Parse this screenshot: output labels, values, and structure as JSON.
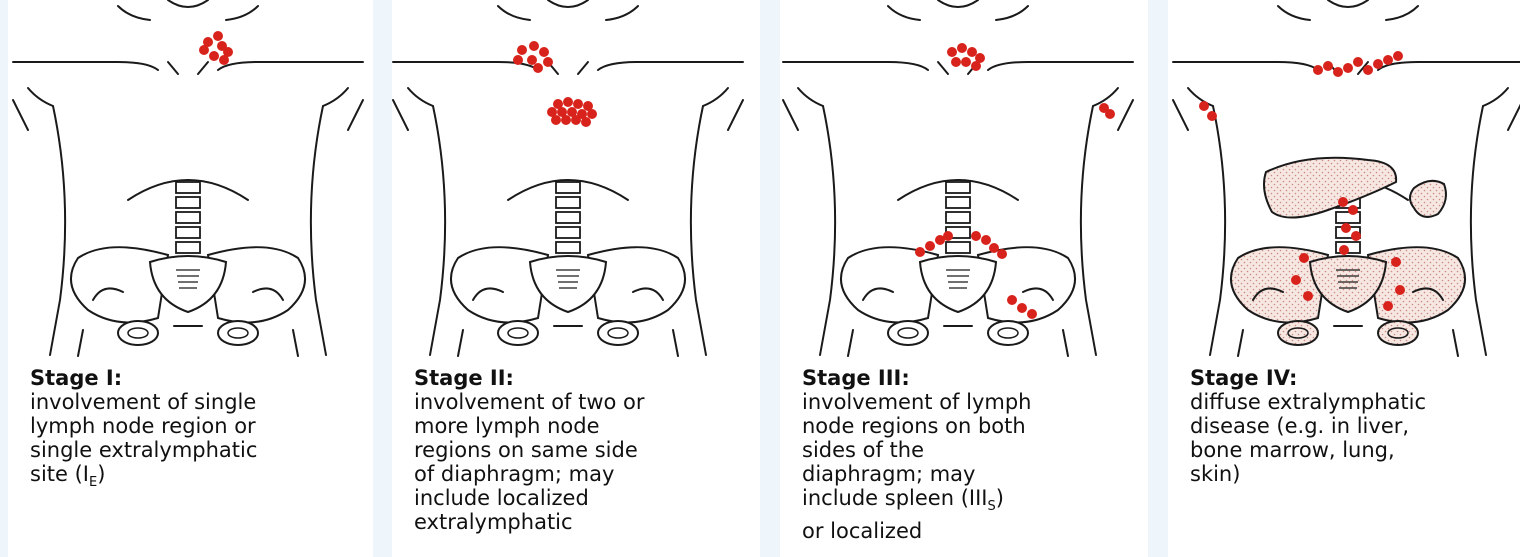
{
  "stages": [
    {
      "title": "Stage I:",
      "lines": [
        "involvement of single",
        "lymph node region or",
        "single extralymphatic"
      ],
      "last_pre": "site (I",
      "last_sub": "E",
      "last_post": ")"
    },
    {
      "title": "Stage II:",
      "lines": [
        "involvement of two or",
        "more lymph node",
        "regions on same side",
        "of diaphragm; may",
        "include localized",
        "extralymphatic"
      ]
    },
    {
      "title": "Stage III:",
      "lines": [
        "involvement of lymph",
        "node regions on both",
        "sides of the",
        "diaphragm; may"
      ],
      "spleen_pre": "include spleen (III",
      "spleen_sub": "S",
      "spleen_post": ")",
      "final": "or localized"
    },
    {
      "title": "Stage IV:",
      "lines": [
        "diffuse extralymphatic",
        "disease (e.g. in liver,",
        "bone marrow, lung,",
        "skin)"
      ]
    }
  ],
  "colors": {
    "node": "#d8231c",
    "stipple": "#c98b82",
    "outline": "#1a1a1a",
    "panel_gap": "#eef6fb"
  }
}
